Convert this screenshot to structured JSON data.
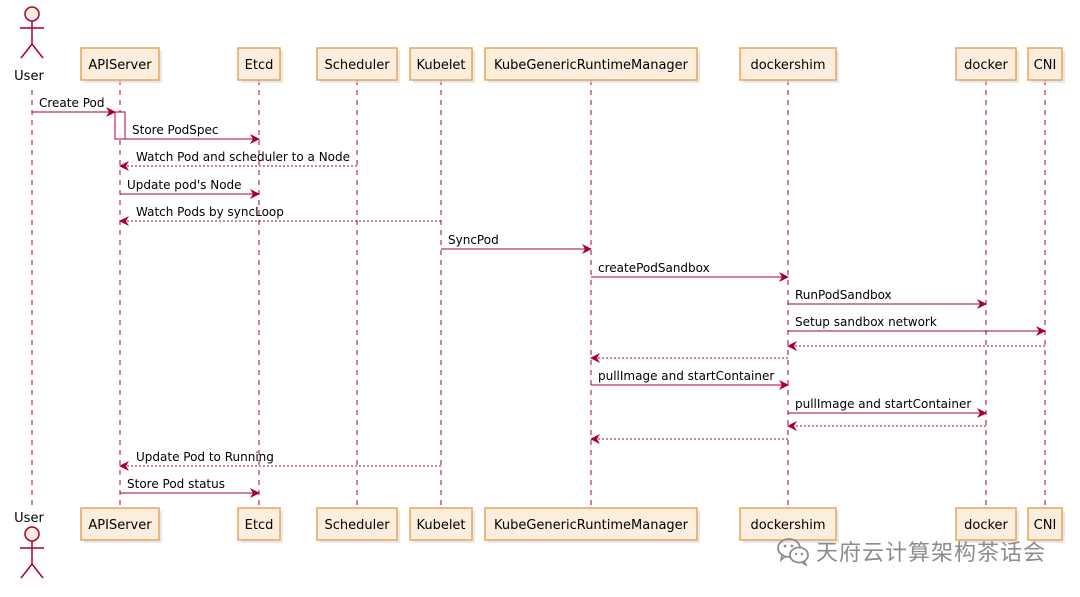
{
  "colors": {
    "box_fill": "#FBEEDC",
    "box_stroke": "#E8A35C",
    "arrow": "#A80036",
    "lifeline": "#A80036",
    "watermark": "#8C8C8C"
  },
  "actor": {
    "label": "User"
  },
  "participants": [
    {
      "id": "apiserver",
      "label": "APIServer"
    },
    {
      "id": "etcd",
      "label": "Etcd"
    },
    {
      "id": "scheduler",
      "label": "Scheduler"
    },
    {
      "id": "kubelet",
      "label": "Kubelet"
    },
    {
      "id": "kgrm",
      "label": "KubeGenericRuntimeManager"
    },
    {
      "id": "dockershim",
      "label": "dockershim"
    },
    {
      "id": "docker",
      "label": "docker"
    },
    {
      "id": "cni",
      "label": "CNI"
    }
  ],
  "messages": [
    {
      "from": "user",
      "to": "apiserver",
      "label": "Create Pod",
      "style": "solid"
    },
    {
      "from": "apiserver",
      "to": "etcd",
      "label": "Store PodSpec",
      "style": "solid"
    },
    {
      "from": "scheduler",
      "to": "apiserver",
      "label": "Watch Pod and scheduler to a Node",
      "style": "dashed"
    },
    {
      "from": "apiserver",
      "to": "etcd",
      "label": "Update pod's Node",
      "style": "solid"
    },
    {
      "from": "kubelet",
      "to": "apiserver",
      "label": "Watch Pods by syncLoop",
      "style": "dashed"
    },
    {
      "from": "kubelet",
      "to": "kgrm",
      "label": "SyncPod",
      "style": "solid"
    },
    {
      "from": "kgrm",
      "to": "dockershim",
      "label": "createPodSandbox",
      "style": "solid"
    },
    {
      "from": "dockershim",
      "to": "docker",
      "label": "RunPodSandbox",
      "style": "solid"
    },
    {
      "from": "dockershim",
      "to": "cni",
      "label": "Setup sandbox network",
      "style": "solid"
    },
    {
      "from": "cni",
      "to": "dockershim",
      "label": "",
      "style": "dashed"
    },
    {
      "from": "dockershim",
      "to": "kgrm",
      "label": "",
      "style": "dashed"
    },
    {
      "from": "kgrm",
      "to": "dockershim",
      "label": "pullImage and startContainer",
      "style": "solid"
    },
    {
      "from": "dockershim",
      "to": "docker",
      "label": "pullImage and startContainer",
      "style": "solid"
    },
    {
      "from": "docker",
      "to": "dockershim",
      "label": "",
      "style": "dashed"
    },
    {
      "from": "dockershim",
      "to": "kgrm",
      "label": "",
      "style": "dashed"
    },
    {
      "from": "kubelet",
      "to": "apiserver",
      "label": "Update Pod to Running",
      "style": "dashed"
    },
    {
      "from": "apiserver",
      "to": "etcd",
      "label": "Store Pod status",
      "style": "solid"
    }
  ],
  "watermark": {
    "text": "天府云计算架构茶话会",
    "icon": "wechat-icon"
  }
}
